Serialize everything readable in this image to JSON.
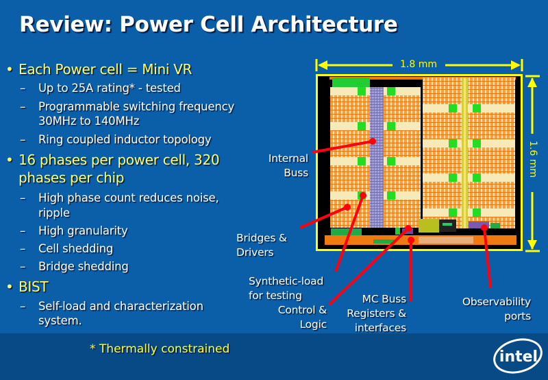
{
  "slide": {
    "title": "Review: Power Cell Architecture",
    "bullets": [
      {
        "text": "Each Power cell = Mini VR",
        "subs": [
          "Up to 25A rating* - tested",
          "Programmable switching frequency",
          "30MHz to 140MHz",
          "Ring coupled inductor topology"
        ]
      },
      {
        "text_line1": "16 phases per power cell, 320",
        "text_line2": "phases per chip",
        "subs": [
          "High phase count reduces noise,",
          "ripple",
          "High granularity",
          "Cell shedding",
          "Bridge shedding"
        ]
      },
      {
        "text": "BIST",
        "subs": [
          "Self-load and characterization",
          "system."
        ]
      }
    ],
    "footnote": "* Thermally constrained",
    "bullet_glyph": "•",
    "dash_glyph": "–"
  },
  "die": {
    "width_label": "1.8 mm",
    "height_label": "1.6 mm",
    "callouts": {
      "internal_buss": [
        "Internal",
        "Buss"
      ],
      "bridges_drivers": [
        "Bridges &",
        "Drivers"
      ],
      "synthetic_load": [
        "Synthetic-load",
        "for testing"
      ],
      "control_logic": [
        "Control &",
        "Logic"
      ],
      "mc_buss": [
        "MC Buss",
        "Registers &",
        "interfaces"
      ],
      "observability": [
        "Observability",
        "ports"
      ]
    }
  },
  "logo": {
    "text": "intel"
  },
  "colors": {
    "background": "#0b5ea8",
    "bottom_band": "#084a86",
    "accent_yellow": "#ffff33",
    "callout_red": "#ff0010"
  }
}
